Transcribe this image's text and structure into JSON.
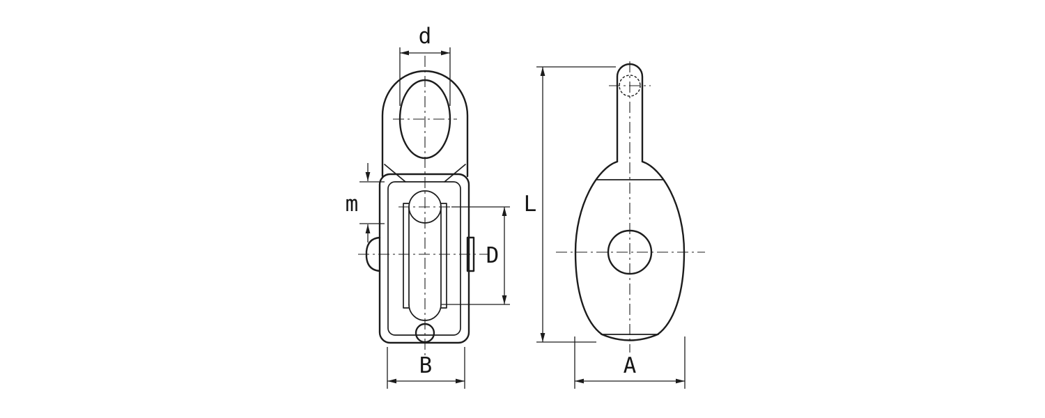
{
  "diagram": {
    "background": "#ffffff",
    "line_color": "#1c1c1c",
    "labels": {
      "d": "d",
      "m": "m",
      "D": "D",
      "B": "B",
      "L": "L",
      "A": "A"
    }
  }
}
